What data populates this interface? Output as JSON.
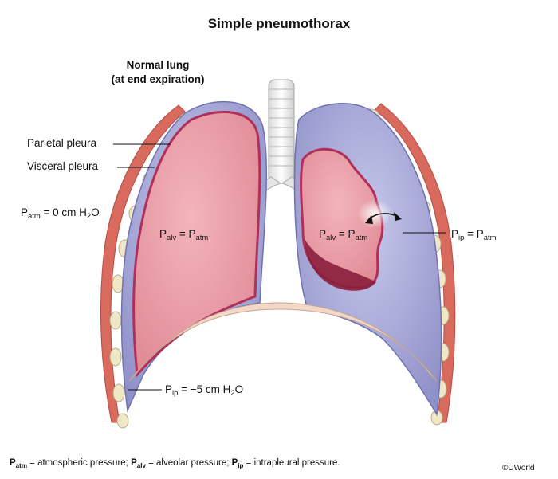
{
  "title": "Simple pneumothorax",
  "normal_lung": {
    "line1": "Normal lung",
    "line2": "(at end expiration)"
  },
  "labels": {
    "parietal_pleura": "Parietal pleura",
    "visceral_pleura": "Visceral pleura",
    "patm": {
      "main": "P",
      "sub": "atm",
      "rest1": " = 0 cm H",
      "sub2": "2",
      "rest2": "O"
    },
    "left_palv": {
      "main": "P",
      "sub": "alv",
      "mid": " = P",
      "sub2": "atm"
    },
    "right_palv": {
      "main": "P",
      "sub": "alv",
      "mid": " = P",
      "sub2": "atm"
    },
    "right_pip": {
      "main": "P",
      "sub": "ip",
      "mid": " = P",
      "sub2": "atm"
    },
    "left_pip": {
      "main": "P",
      "sub": "ip",
      "rest1": " = −5 cm H",
      "sub2": "2",
      "rest2": "O"
    }
  },
  "footer": {
    "p1": "P",
    "s1": "atm",
    "t1": " = atmospheric pressure; ",
    "p2": "P",
    "s2": "alv",
    "t2": " = alveolar pressure; ",
    "p3": "P",
    "s3": "ip",
    "t3": " = intrapleural pressure."
  },
  "copyright": "©UWorld",
  "colors": {
    "chest_wall": "#d86a5e",
    "pleura": "#a5a7d6",
    "lung": "#e8949e",
    "lung_dark": "#8a1f3c",
    "rib": "#efe7c6",
    "diaphragm": "#f2d8c8"
  }
}
